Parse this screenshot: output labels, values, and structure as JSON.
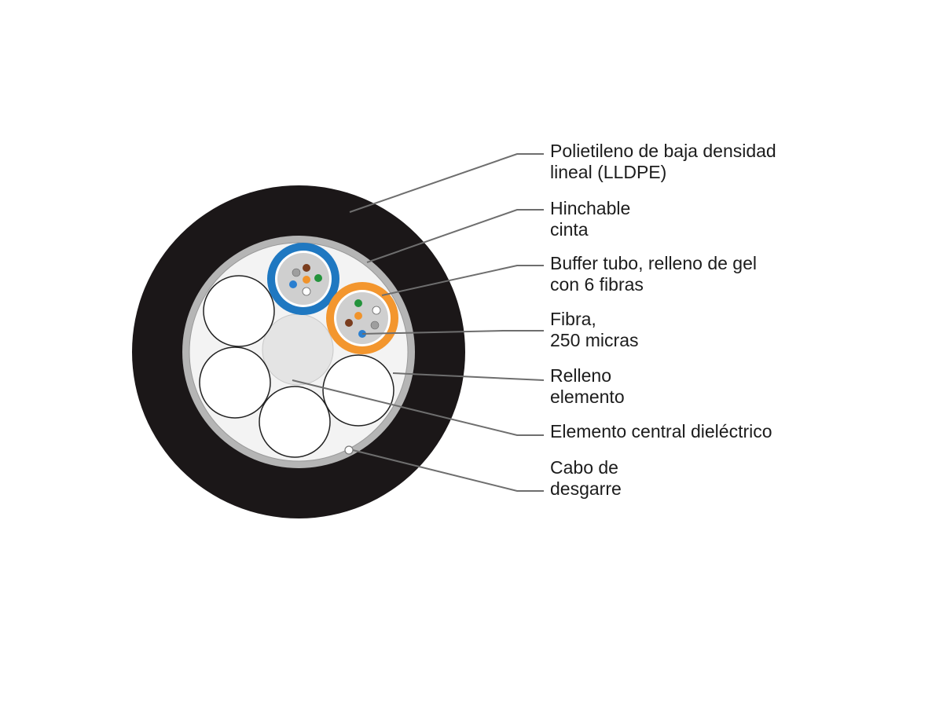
{
  "labels": {
    "jacket": {
      "line1": "Polietileno de baja densidad",
      "line2": "lineal (LLDPE)"
    },
    "tape": {
      "line1": "Hinchable",
      "line2": "cinta"
    },
    "buffer": {
      "line1": "Buffer tubo, relleno de gel",
      "line2": "con 6 fibras"
    },
    "fiber": {
      "line1": "Fibra,",
      "line2": "250 micras"
    },
    "filler": {
      "line1": "Relleno",
      "line2": "elemento"
    },
    "central": {
      "line1": "Elemento central dieléctrico"
    },
    "ripcord": {
      "line1": "Cabo de",
      "line2": "desgarre"
    }
  },
  "colors": {
    "jacket": "#1b1718",
    "tape": "#b5b5b5",
    "inner_background": "#f3f3f3",
    "filler": "#ffffff",
    "central_member": "#e4e4e4",
    "tube_blue": "#1f78c1",
    "tube_orange": "#f3962e",
    "gel": "#cfcfcf",
    "fiber_brown": "#7a3d1e",
    "fiber_green": "#23933b",
    "fiber_orange": "#f0932b",
    "fiber_blue": "#2a7fd0",
    "fiber_gray": "#9e9e9e",
    "fiber_white": "#ffffff",
    "leader_line": "#6e6e6e",
    "text": "#1c1c1c"
  }
}
